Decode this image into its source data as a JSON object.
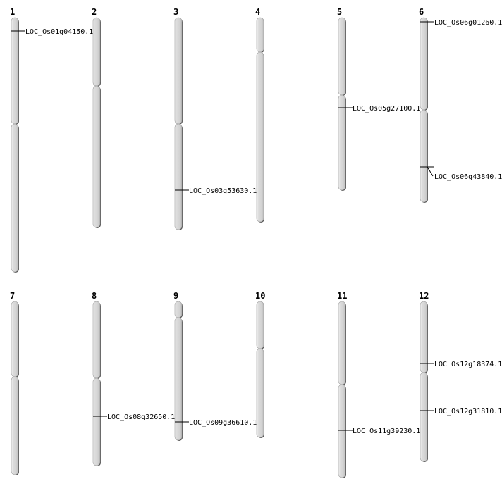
{
  "diagram": {
    "type": "chromosome-map",
    "body_color": "#d4d4d4",
    "highlight_color": "#f4f4f4",
    "outline_color": "#9a9a9a",
    "shadow_color": "#555555",
    "chromosomes": [
      {
        "number": "1",
        "genes": [
          {
            "label": "LOC_Os01g04150.1"
          }
        ]
      },
      {
        "number": "2",
        "genes": []
      },
      {
        "number": "3",
        "genes": [
          {
            "label": "LOC_Os03g53630.1"
          }
        ]
      },
      {
        "number": "4",
        "genes": []
      },
      {
        "number": "5",
        "genes": [
          {
            "label": "LOC_Os05g27100.1"
          }
        ]
      },
      {
        "number": "6",
        "genes": [
          {
            "label": "LOC_Os06g01260.1"
          },
          {
            "label": "LOC_Os06g43840.1"
          }
        ]
      },
      {
        "number": "7",
        "genes": []
      },
      {
        "number": "8",
        "genes": [
          {
            "label": "LOC_Os08g32650.1"
          }
        ]
      },
      {
        "number": "9",
        "genes": [
          {
            "label": "LOC_Os09g36610.1"
          }
        ]
      },
      {
        "number": "10",
        "genes": []
      },
      {
        "number": "11",
        "genes": [
          {
            "label": "LOC_Os11g39230.1"
          }
        ]
      },
      {
        "number": "12",
        "genes": [
          {
            "label": "LOC_Os12g18374.1"
          },
          {
            "label": "LOC_Os12g31810.1"
          }
        ]
      }
    ]
  }
}
